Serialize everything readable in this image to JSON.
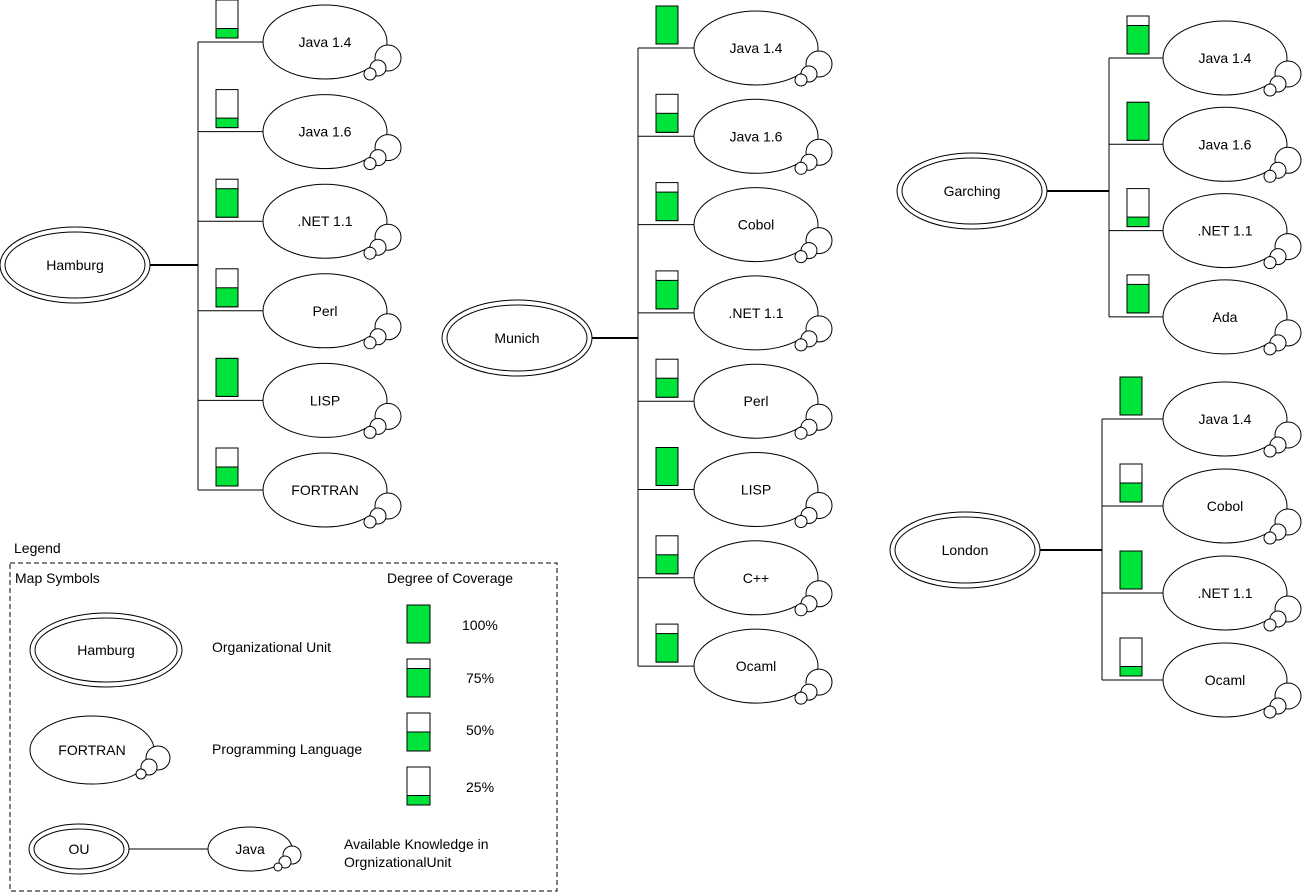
{
  "colors": {
    "coverage_fill": "#00e33a",
    "stroke": "#000000",
    "background": "#ffffff"
  },
  "units": [
    {
      "name": "Hamburg",
      "languages": [
        {
          "name": "Java 1.4",
          "coverage": 25
        },
        {
          "name": "Java 1.6",
          "coverage": 25
        },
        {
          "name": ".NET 1.1",
          "coverage": 75
        },
        {
          "name": "Perl",
          "coverage": 50
        },
        {
          "name": "LISP",
          "coverage": 100
        },
        {
          "name": "FORTRAN",
          "coverage": 50
        }
      ]
    },
    {
      "name": "Munich",
      "languages": [
        {
          "name": "Java 1.4",
          "coverage": 100
        },
        {
          "name": "Java 1.6",
          "coverage": 50
        },
        {
          "name": "Cobol",
          "coverage": 75
        },
        {
          "name": ".NET 1.1",
          "coverage": 75
        },
        {
          "name": "Perl",
          "coverage": 50
        },
        {
          "name": "LISP",
          "coverage": 100
        },
        {
          "name": "C++",
          "coverage": 50
        },
        {
          "name": "Ocaml",
          "coverage": 75
        }
      ]
    },
    {
      "name": "Garching",
      "languages": [
        {
          "name": "Java 1.4",
          "coverage": 75
        },
        {
          "name": "Java 1.6",
          "coverage": 100
        },
        {
          "name": ".NET 1.1",
          "coverage": 25
        },
        {
          "name": "Ada",
          "coverage": 75
        }
      ]
    },
    {
      "name": "London",
      "languages": [
        {
          "name": "Java 1.4",
          "coverage": 100
        },
        {
          "name": "Cobol",
          "coverage": 50
        },
        {
          "name": ".NET 1.1",
          "coverage": 100
        },
        {
          "name": "Ocaml",
          "coverage": 25
        }
      ]
    }
  ],
  "legend": {
    "title": "Legend",
    "map_symbols_heading": "Map Symbols",
    "degree_heading": "Degree of Coverage",
    "org_unit_example": "Hamburg",
    "org_unit_label": "Organizational Unit",
    "language_example": "FORTRAN",
    "language_label": "Programming Language",
    "ou_example": "OU",
    "java_example": "Java",
    "knowledge_label_line1": "Available Knowledge in",
    "knowledge_label_line2": "OrgnizationalUnit",
    "coverage_levels": [
      {
        "label": "100%",
        "coverage": 100
      },
      {
        "label": "75%",
        "coverage": 75
      },
      {
        "label": "50%",
        "coverage": 50
      },
      {
        "label": "25%",
        "coverage": 25
      }
    ]
  }
}
